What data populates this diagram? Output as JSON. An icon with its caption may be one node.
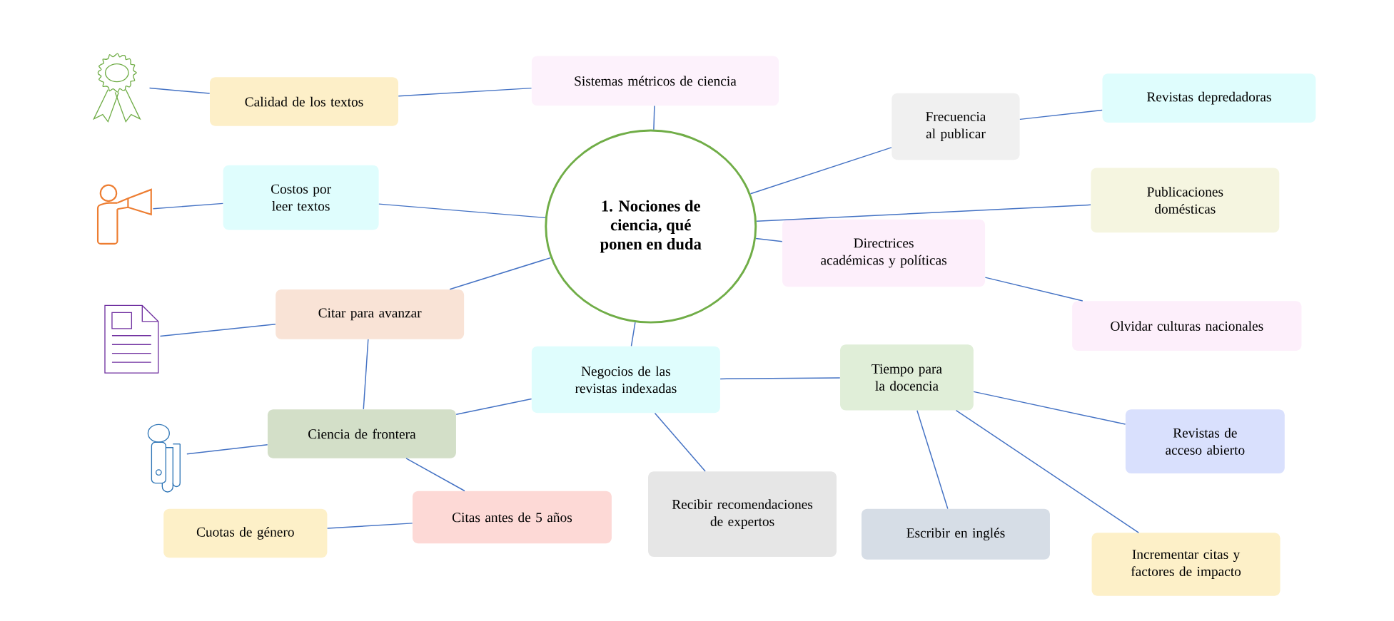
{
  "diagram": {
    "nodes": [
      {
        "text": [
          "1. Nociones de ciencia, qué ponen en duda"
        ]
      },
      {
        "text": [
          "Sistemas métricos de ciencia"
        ]
      },
      {
        "text": [
          "Calidad de los textos"
        ]
      },
      {
        "text": [],
        "shape": "picture"
      },
      {
        "text": [
          "Costos por leer textos"
        ]
      },
      {
        "text": [],
        "shape": "picture"
      },
      {
        "text": [
          "Citar para avanzar"
        ]
      },
      {
        "text": [],
        "shape": "picture"
      },
      {
        "text": [
          "Ciencia de frontera"
        ]
      },
      {
        "text": [],
        "shape": "picture"
      },
      {
        "text": [
          "Citas antes de 5 años"
        ]
      },
      {
        "text": [
          "Cuotas de género"
        ]
      },
      {
        "text": [
          "Negocios de las revistas indexadas"
        ]
      },
      {
        "text": [
          "Recibir recomendaciones de expertos"
        ]
      },
      {
        "text": [
          "Frecuencia al publicar"
        ]
      },
      {
        "text": [
          "Revistas depredadoras"
        ]
      },
      {
        "text": [
          "Publicaciones domésticas"
        ]
      },
      {
        "text": [
          "Directrices académicas y políticas"
        ]
      },
      {
        "text": [
          "Olvidar culturas nacionales"
        ]
      },
      {
        "text": [
          "Tiempo para la docencia"
        ]
      },
      {
        "text": [
          "Revistas de acceso abierto"
        ]
      },
      {
        "text": [
          "Escribir en inglés"
        ]
      },
      {
        "text": [
          "Incrementar citas y factores de impacto"
        ]
      }
    ],
    "edges": [
      {
        "from": 3,
        "to": 2,
        "arrow": "none"
      },
      {
        "from": 2,
        "to": 1,
        "arrow": "none"
      },
      {
        "from": 1,
        "to": 0,
        "arrow": "none"
      },
      {
        "from": 5,
        "to": 4,
        "arrow": "none"
      },
      {
        "from": 4,
        "to": 0,
        "arrow": "none"
      },
      {
        "from": 0,
        "to": 6,
        "arrow": "none"
      },
      {
        "from": 7,
        "to": 6,
        "arrow": "none"
      },
      {
        "from": 6,
        "to": 8,
        "arrow": "none"
      },
      {
        "from": 9,
        "to": 8,
        "arrow": "none"
      },
      {
        "from": 8,
        "to": 12,
        "arrow": "none"
      },
      {
        "from": 8,
        "to": 10,
        "arrow": "none"
      },
      {
        "from": 11,
        "to": 10,
        "arrow": "none"
      },
      {
        "from": 0,
        "to": 12,
        "arrow": "none"
      },
      {
        "from": 12,
        "to": 13,
        "arrow": "none"
      },
      {
        "from": 0,
        "to": 14,
        "arrow": "none"
      },
      {
        "from": 14,
        "to": 15,
        "arrow": "none"
      },
      {
        "from": 0,
        "to": 16,
        "arrow": "none"
      },
      {
        "from": 0,
        "to": 17,
        "arrow": "none"
      },
      {
        "from": 17,
        "to": 18,
        "arrow": "none"
      },
      {
        "from": 12,
        "to": 19,
        "arrow": "none"
      },
      {
        "from": 19,
        "to": 20,
        "arrow": "none"
      },
      {
        "from": 19,
        "to": 21,
        "arrow": "none"
      },
      {
        "from": 19,
        "to": 22,
        "arrow": "none"
      }
    ]
  }
}
